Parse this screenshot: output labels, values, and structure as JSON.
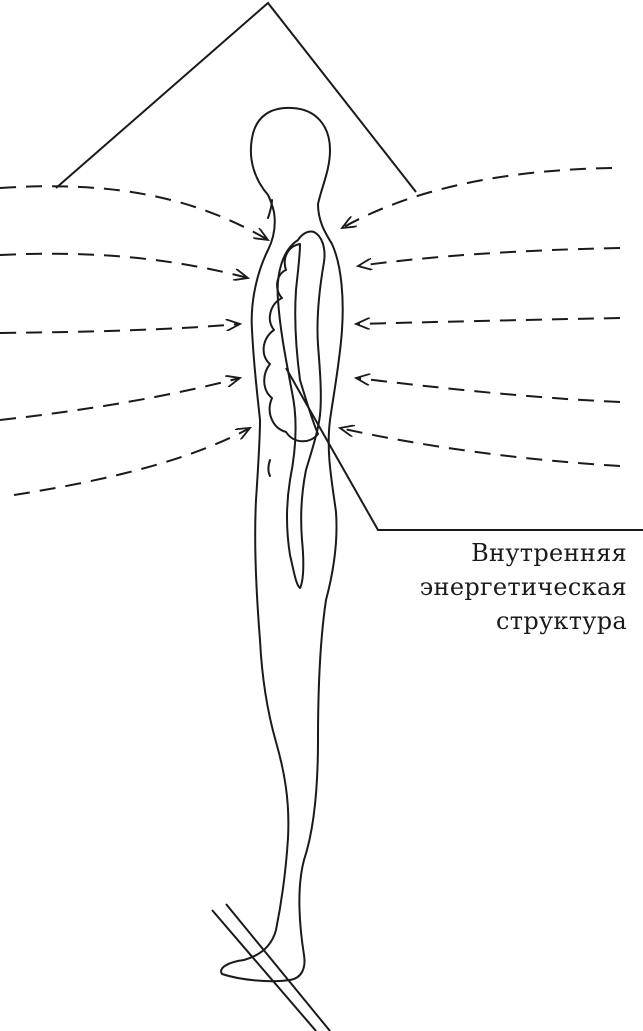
{
  "label": {
    "lines": [
      "Внутренняя",
      "энергетическая",
      "структура"
    ]
  },
  "colors": {
    "ink": "#1a1a1a",
    "background": "#ffffff"
  }
}
